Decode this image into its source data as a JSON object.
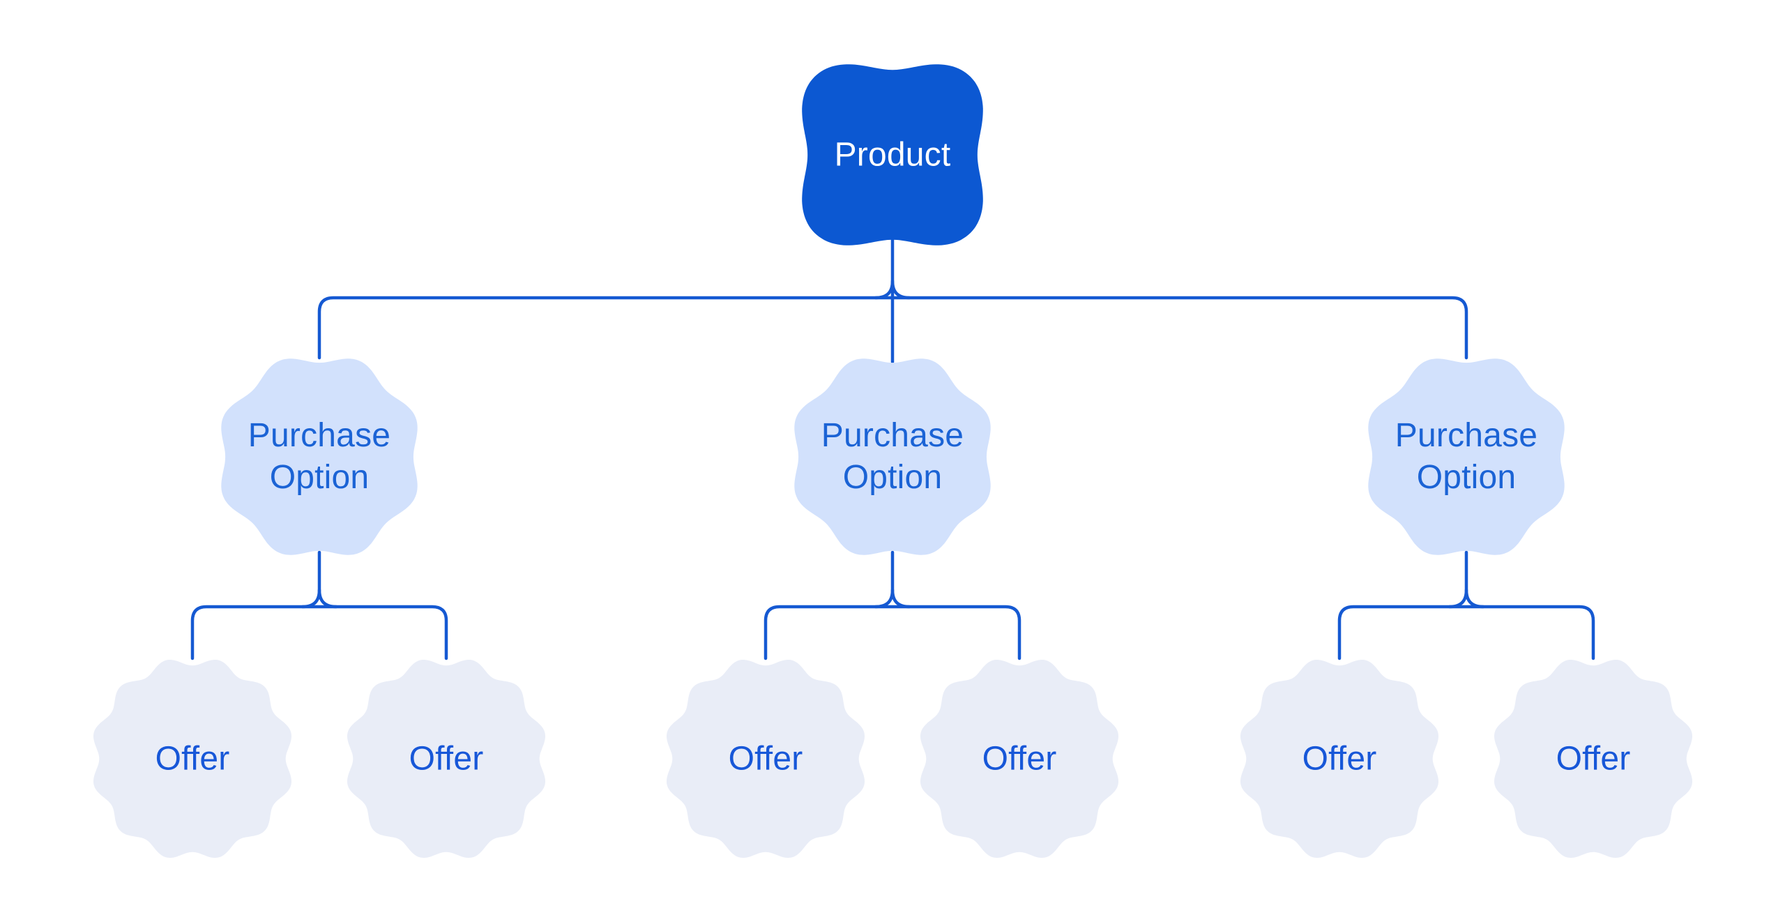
{
  "diagram": {
    "root": {
      "label": "Product"
    },
    "groups": [
      {
        "option": {
          "label": "Purchase Option"
        },
        "offers": [
          {
            "label": "Offer"
          },
          {
            "label": "Offer"
          }
        ]
      },
      {
        "option": {
          "label": "Purchase Option"
        },
        "offers": [
          {
            "label": "Offer"
          },
          {
            "label": "Offer"
          }
        ]
      },
      {
        "option": {
          "label": "Purchase Option"
        },
        "offers": [
          {
            "label": "Offer"
          },
          {
            "label": "Offer"
          }
        ]
      }
    ]
  },
  "colors": {
    "background": "#ffffff",
    "connector": "#1559d2",
    "product_fill": "#0c58d2",
    "product_text": "#ffffff",
    "option_fill": "#d2e1fc",
    "option_text": "#1b63d5",
    "offer_fill": "#e9edf7",
    "offer_text": "#1757d8"
  }
}
